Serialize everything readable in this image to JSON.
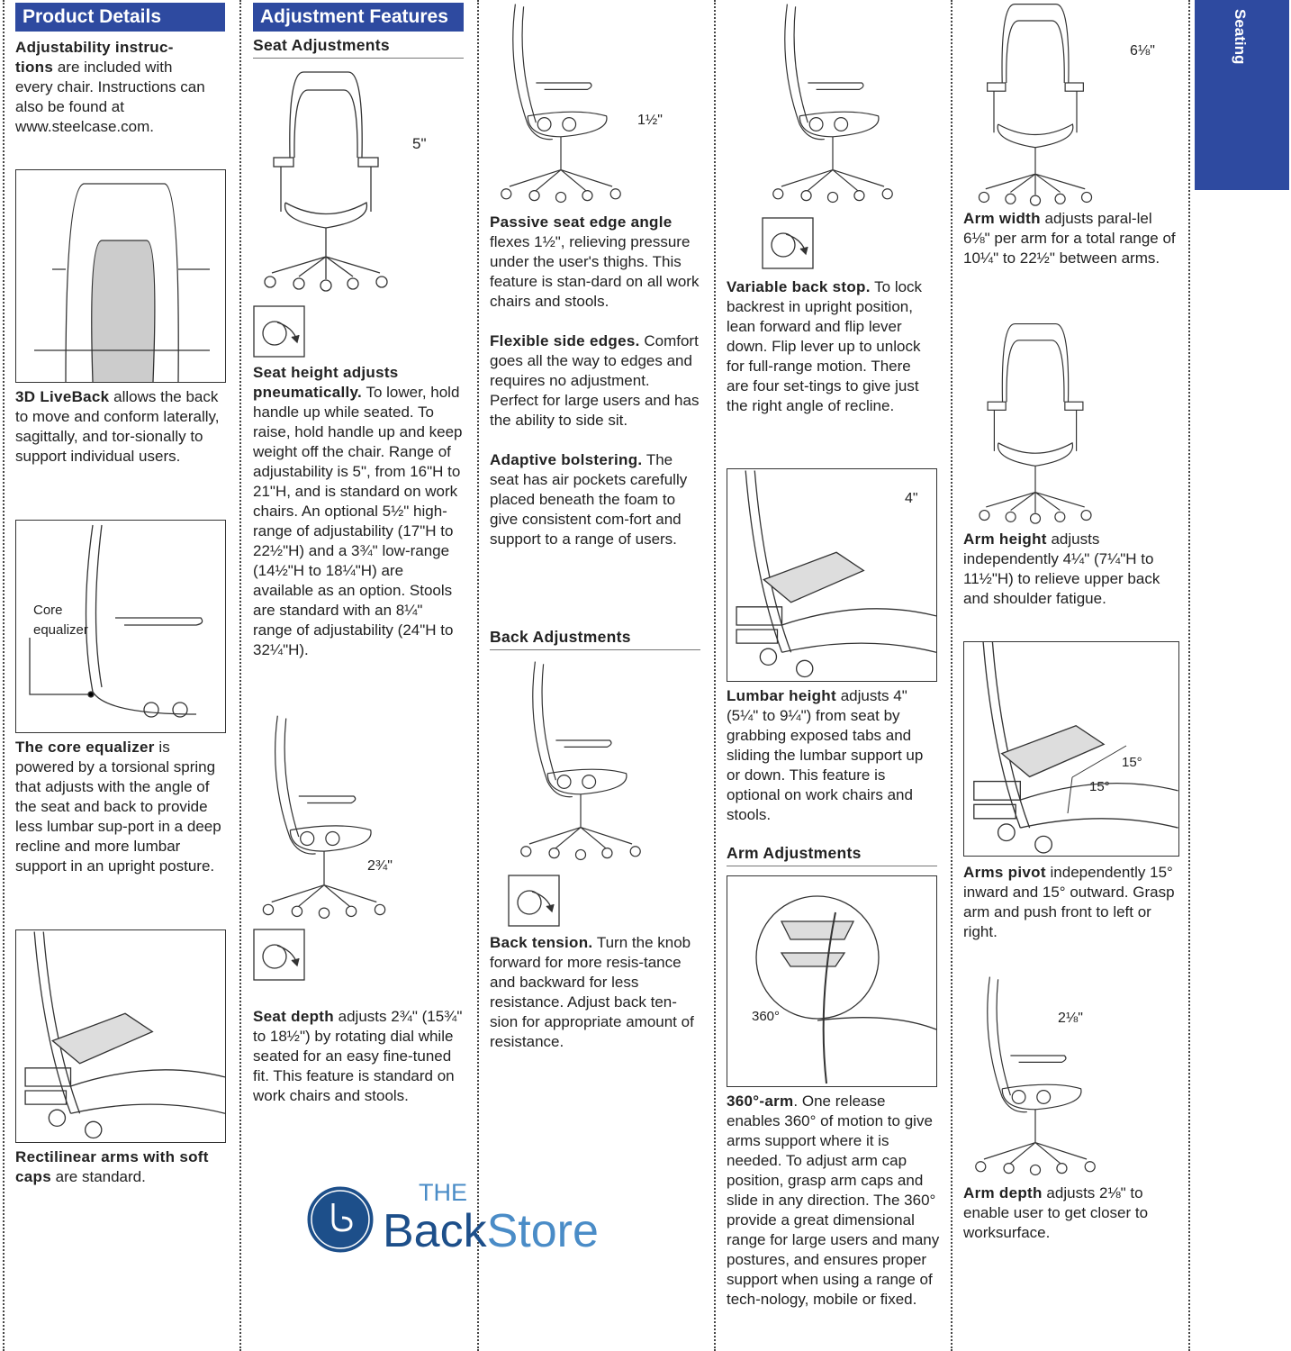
{
  "headers": {
    "product_details": "Product Details",
    "adjustment_features": "Adjustment Features",
    "seating_tab": "Seating"
  },
  "col1": {
    "adjustability": {
      "bold": "Adjustability instruc-tions",
      "text": " are included with every chair. Instructions can also be found at www.steelcase.com."
    },
    "liveback": {
      "bold": "3D LiveBack",
      "text": " allows the back to move and conform laterally, sagittally, and tor-sionally to support individual users."
    },
    "core_label": "Core equalizer",
    "core": {
      "bold": "The core equalizer",
      "text": " is powered by a torsional spring that adjusts with the angle of the seat and back to provide less lumbar sup-port in a deep recline and more lumbar support in an upright posture."
    },
    "arms": {
      "bold": "Rectilinear arms with soft caps",
      "text": " are standard."
    }
  },
  "col2": {
    "section": "Seat Adjustments",
    "dim_height": "5\"",
    "seat_height": {
      "bold": "Seat height adjusts pneumatically.",
      "text": " To lower, hold handle up while seated. To raise, hold handle up and keep weight off the chair. Range of adjustability is 5\", from 16\"H to 21\"H, and is standard on work chairs. An optional 5½\" high-range of adjustability (17\"H to 22½\"H) and a 3¾\" low-range (14½\"H to 18¼\"H) are available as an option. Stools are standard with an 8¼\" range of adjustability (24\"H to 32¼\"H)."
    },
    "dim_depth": "2¾\"",
    "seat_depth": {
      "bold": "Seat depth",
      "text": " adjusts 2¾\" (15¾\" to 18½\") by rotating dial while seated for an easy fine-tuned fit. This feature is standard on work chairs and stools."
    }
  },
  "col3": {
    "dim_angle": "1½\"",
    "seat_edge": {
      "bold": "Passive seat edge angle",
      "text": " flexes 1½\", relieving pressure under the user's thighs. This feature is stan-dard on all work chairs and stools."
    },
    "side_edges": {
      "bold": "Flexible side edges.",
      "text": " Comfort goes all the way to edges and requires no adjustment. Perfect for large users and has the ability to side sit."
    },
    "bolstering": {
      "bold": "Adaptive bolstering.",
      "text": " The seat has air pockets carefully placed beneath the foam to give consistent com-fort and support to a range of users."
    },
    "section": "Back Adjustments",
    "back_tension": {
      "bold": "Back tension.",
      "text": " Turn the knob forward for more resis-tance and backward for less resistance. Adjust back ten-sion for appropriate amount of resistance."
    }
  },
  "col4": {
    "back_stop": {
      "bold": "Variable back stop.",
      "text": " To lock backrest in upright position, lean forward and flip lever down. Flip lever up to unlock for full-range motion. There are four set-tings to give just the right angle of recline."
    },
    "dim_lumbar": "4\"",
    "lumbar": {
      "bold": "Lumbar height",
      "text": " adjusts 4\" (5¼\" to 9¼\") from seat by grabbing exposed tabs and sliding the lumbar support up or down. This feature is optional on work chairs and stools."
    },
    "section": "Arm Adjustments",
    "dim_360": "360°",
    "arm360": {
      "bold": "360°-arm",
      "text": ". One release enables 360° of motion to give arms support where it is needed. To adjust arm cap position, grasp arm caps and slide in any direction. The 360° provide a great dimensional range for large users and many postures, and ensures proper support when using a range of tech-nology, mobile or fixed."
    }
  },
  "col5": {
    "dim_width": "6⅛\"",
    "arm_width": {
      "bold": "Arm width",
      "text": " adjusts paral-lel 6⅛\" per arm for a total range of 10¼\" to 22½\" between arms."
    },
    "arm_height": {
      "bold": "Arm height",
      "text": " adjusts independently 4¼\" (7¼\"H to 11½\"H) to relieve upper back and shoulder fatigue."
    },
    "dim_pivot_a": "15°",
    "dim_pivot_b": "15°",
    "arms_pivot": {
      "bold": "Arms pivot",
      "text": " independently 15° inward and 15° outward. Grasp arm and push front to left or right."
    },
    "dim_arm_depth": "2⅛\"",
    "arm_depth": {
      "bold": "Arm depth",
      "text": " adjusts 2⅛\" to enable user to get closer to worksurface."
    }
  },
  "logo": {
    "the": "THE",
    "back": "Back",
    "store": "Store"
  },
  "colors": {
    "brand_blue": "#2e4aa0",
    "logo_dark": "#1d4f8a",
    "logo_light": "#4a8cc7"
  }
}
